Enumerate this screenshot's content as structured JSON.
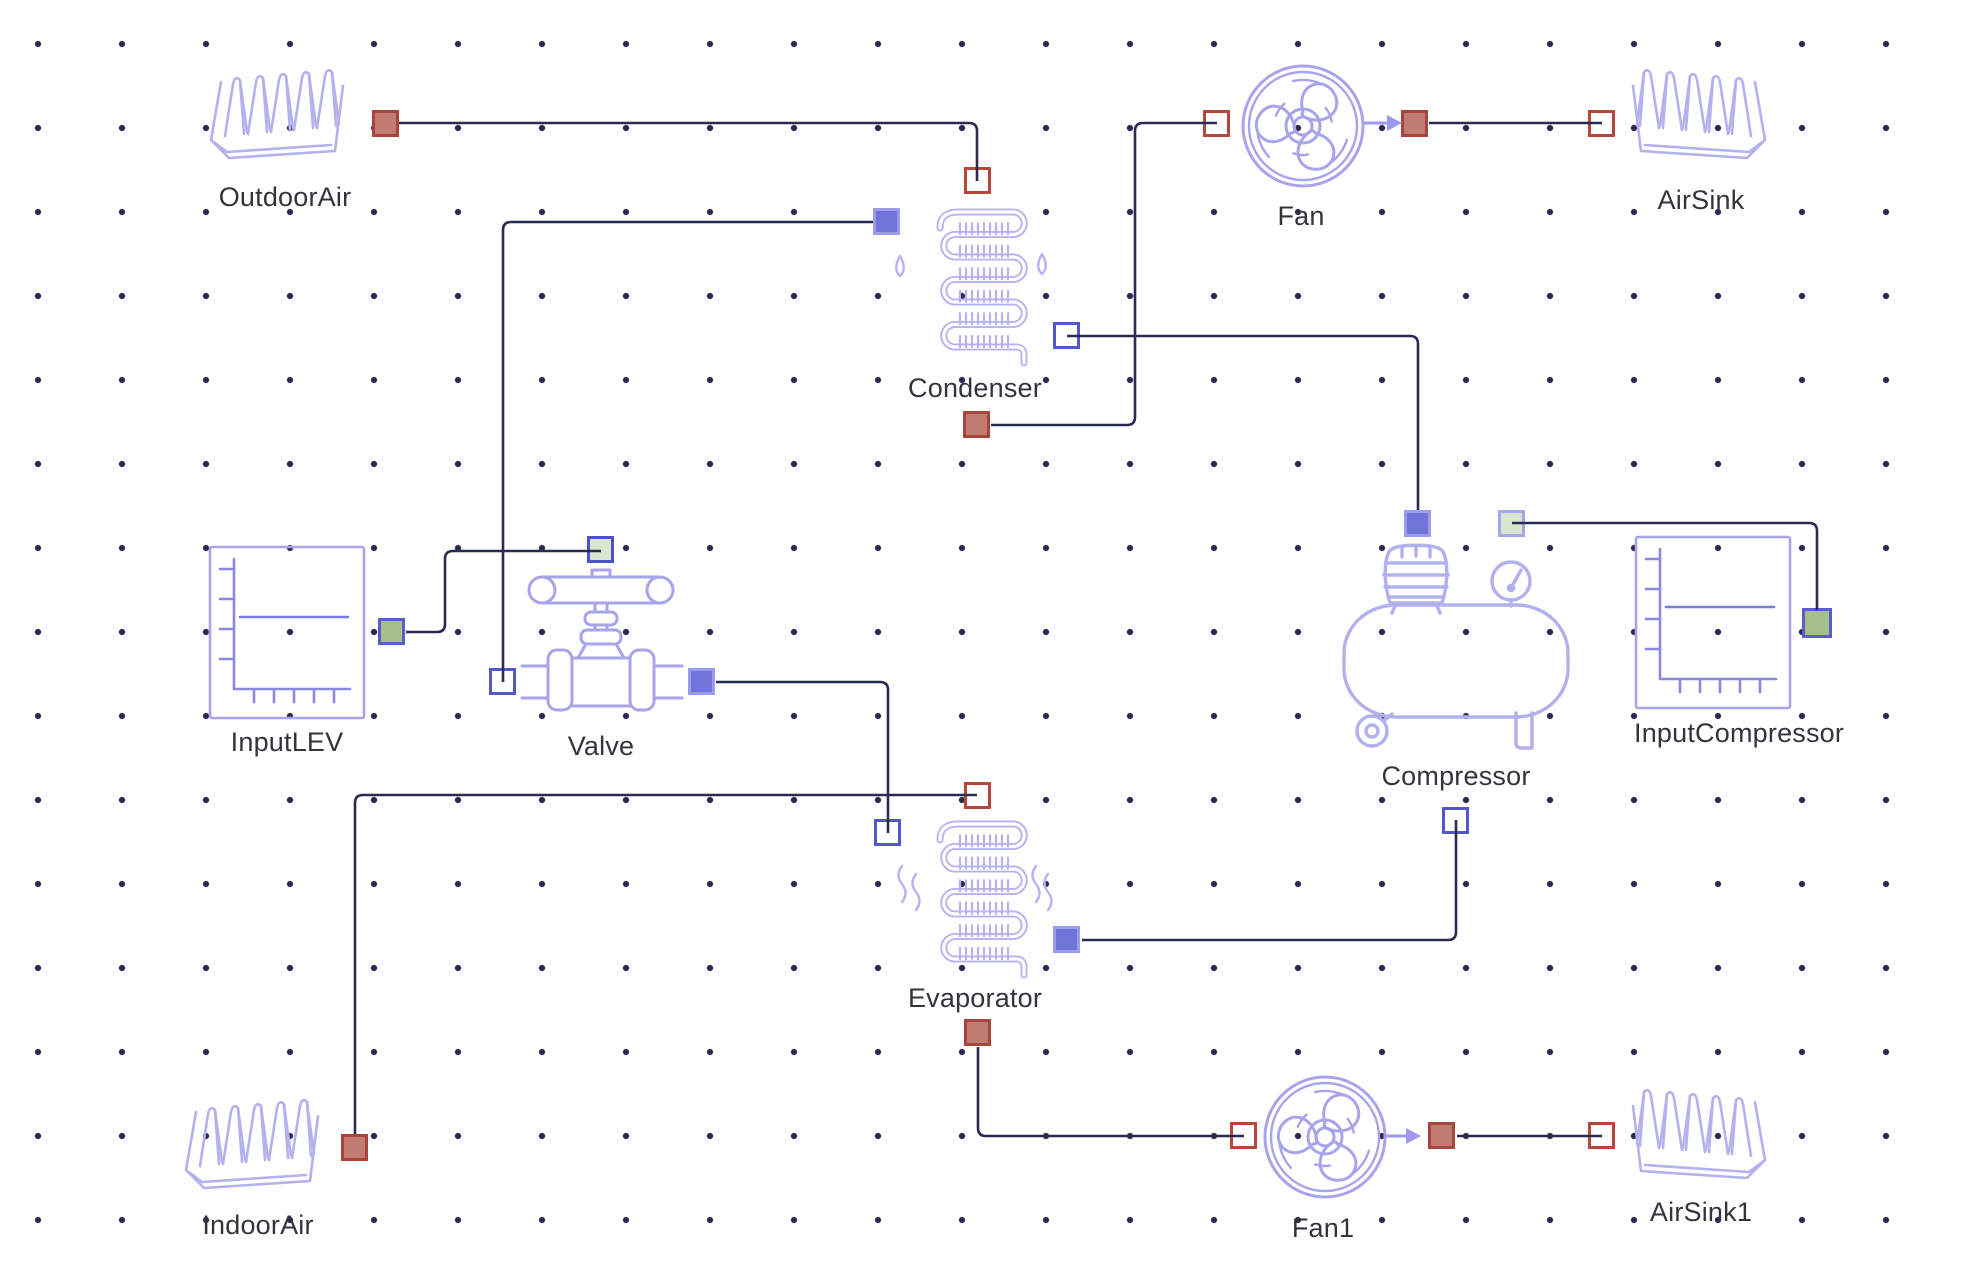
{
  "app": {
    "view": "schematic-canvas"
  },
  "palette": {
    "wire": "#2b2a52",
    "grid_dot": "#2b2950",
    "label_text": "#35343e",
    "icon_stroke": "#b2afee",
    "fan_arrow": "#9d99ec",
    "port_red_fill": "#c07b72",
    "port_red_border": "#a8453a",
    "port_red_outline_border": "#b5483b",
    "port_blue_fill": "#6f74d9",
    "port_blue_border": "#9b9dea",
    "port_blue_outline_border": "#5357c8",
    "port_green_fill": "#a5c088",
    "port_pale_green_fill": "#d9e5cf"
  },
  "components": [
    {
      "id": "outdoor-air",
      "label": "OutdoorAir"
    },
    {
      "id": "condenser",
      "label": "Condenser"
    },
    {
      "id": "fan",
      "label": "Fan"
    },
    {
      "id": "air-sink",
      "label": "AirSink"
    },
    {
      "id": "input-lev",
      "label": "InputLEV"
    },
    {
      "id": "valve",
      "label": "Valve"
    },
    {
      "id": "compressor",
      "label": "Compressor"
    },
    {
      "id": "input-compressor",
      "label": "InputCompressor"
    },
    {
      "id": "evaporator",
      "label": "Evaporator"
    },
    {
      "id": "indoor-air",
      "label": "IndoorAir"
    },
    {
      "id": "fan1",
      "label": "Fan1"
    },
    {
      "id": "air-sink1",
      "label": "AirSink1"
    }
  ],
  "ports": [
    {
      "id": "outdoorair-out",
      "style": "p-red"
    },
    {
      "id": "condenser-top",
      "style": "p-redo"
    },
    {
      "id": "condenser-left",
      "style": "p-blue"
    },
    {
      "id": "condenser-right",
      "style": "p-blueo"
    },
    {
      "id": "condenser-bottom",
      "style": "p-red"
    },
    {
      "id": "fan-in",
      "style": "p-redo"
    },
    {
      "id": "fan-out",
      "style": "p-red"
    },
    {
      "id": "airsink-in",
      "style": "p-redo"
    },
    {
      "id": "inputlev-out",
      "style": "p-green"
    },
    {
      "id": "valve-top",
      "style": "p-pgreen"
    },
    {
      "id": "valve-left",
      "style": "p-blueo"
    },
    {
      "id": "valve-right",
      "style": "p-blue"
    },
    {
      "id": "compressor-top",
      "style": "p-blue"
    },
    {
      "id": "compressor-signal",
      "style": "p-pgreen2"
    },
    {
      "id": "compressor-bottom",
      "style": "p-blueo"
    },
    {
      "id": "inputcompressor-out",
      "style": "p-green"
    },
    {
      "id": "evaporator-top",
      "style": "p-redo"
    },
    {
      "id": "evaporator-left",
      "style": "p-blueo"
    },
    {
      "id": "evaporator-right",
      "style": "p-blue"
    },
    {
      "id": "evaporator-bottom",
      "style": "p-red"
    },
    {
      "id": "fan1-in",
      "style": "p-redo"
    },
    {
      "id": "fan1-out",
      "style": "p-red"
    },
    {
      "id": "airsink1-in",
      "style": "p-redo"
    },
    {
      "id": "indoorair-out",
      "style": "p-red"
    }
  ],
  "connections": [
    {
      "id": "outdoorair-to-condenser",
      "from": "outdoorair-out",
      "to": "condenser-top"
    },
    {
      "id": "condenser-to-valveline",
      "from": "condenser-left",
      "to": "valve-left"
    },
    {
      "id": "inputlev-to-valve",
      "from": "inputlev-out",
      "to": "valve-top"
    },
    {
      "id": "valve-to-evaporator",
      "from": "valve-right",
      "to": "evaporator-left"
    },
    {
      "id": "indoorair-to-evaporator",
      "from": "indoorair-out",
      "to": "evaporator-top"
    },
    {
      "id": "evaporator-to-fan1",
      "from": "evaporator-bottom",
      "to": "fan1-in"
    },
    {
      "id": "fan1-to-airsink1",
      "from": "fan1-out",
      "to": "airsink1-in"
    },
    {
      "id": "evaporator-to-compressor",
      "from": "evaporator-right",
      "to": "compressor-bottom"
    },
    {
      "id": "condenser-to-compressor",
      "from": "condenser-right",
      "to": "compressor-top"
    },
    {
      "id": "condenser-to-fan",
      "from": "condenser-bottom",
      "to": "fan-in"
    },
    {
      "id": "fan-to-airsink",
      "from": "fan-out",
      "to": "airsink-in"
    },
    {
      "id": "compressor-to-inputcompressor",
      "from": "compressor-signal",
      "to": "inputcompressor-out"
    }
  ]
}
